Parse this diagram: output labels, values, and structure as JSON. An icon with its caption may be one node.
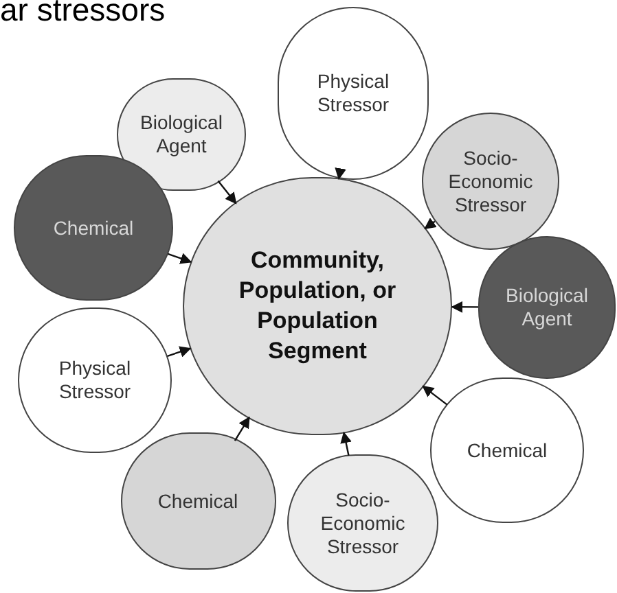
{
  "diagram": {
    "title": "ar stressors",
    "nodes": [
      {
        "text": [
          "Community, Population, or Population Segment"
        ]
      },
      {
        "text": [
          "Physical Stressor"
        ]
      },
      {
        "text": [
          "Biological Agent"
        ]
      },
      {
        "text": [
          "Socio-Economic Stressor"
        ]
      },
      {
        "text": [
          "Chemical"
        ]
      },
      {
        "text": [
          "Biological Agent"
        ]
      },
      {
        "text": [
          "Physical Stressor"
        ]
      },
      {
        "text": [
          "Chemical"
        ]
      },
      {
        "text": [
          "Chemical"
        ]
      },
      {
        "text": [
          "Socio-Economic Stressor"
        ]
      }
    ],
    "edges": [
      {
        "from": 1,
        "to": 0,
        "arrow": "to"
      },
      {
        "from": 2,
        "to": 0,
        "arrow": "to"
      },
      {
        "from": 3,
        "to": 0,
        "arrow": "to"
      },
      {
        "from": 4,
        "to": 0,
        "arrow": "to"
      },
      {
        "from": 5,
        "to": 0,
        "arrow": "to"
      },
      {
        "from": 6,
        "to": 0,
        "arrow": "to"
      },
      {
        "from": 7,
        "to": 0,
        "arrow": "to"
      },
      {
        "from": 8,
        "to": 0,
        "arrow": "to"
      },
      {
        "from": 9,
        "to": 0,
        "arrow": "to"
      }
    ]
  }
}
